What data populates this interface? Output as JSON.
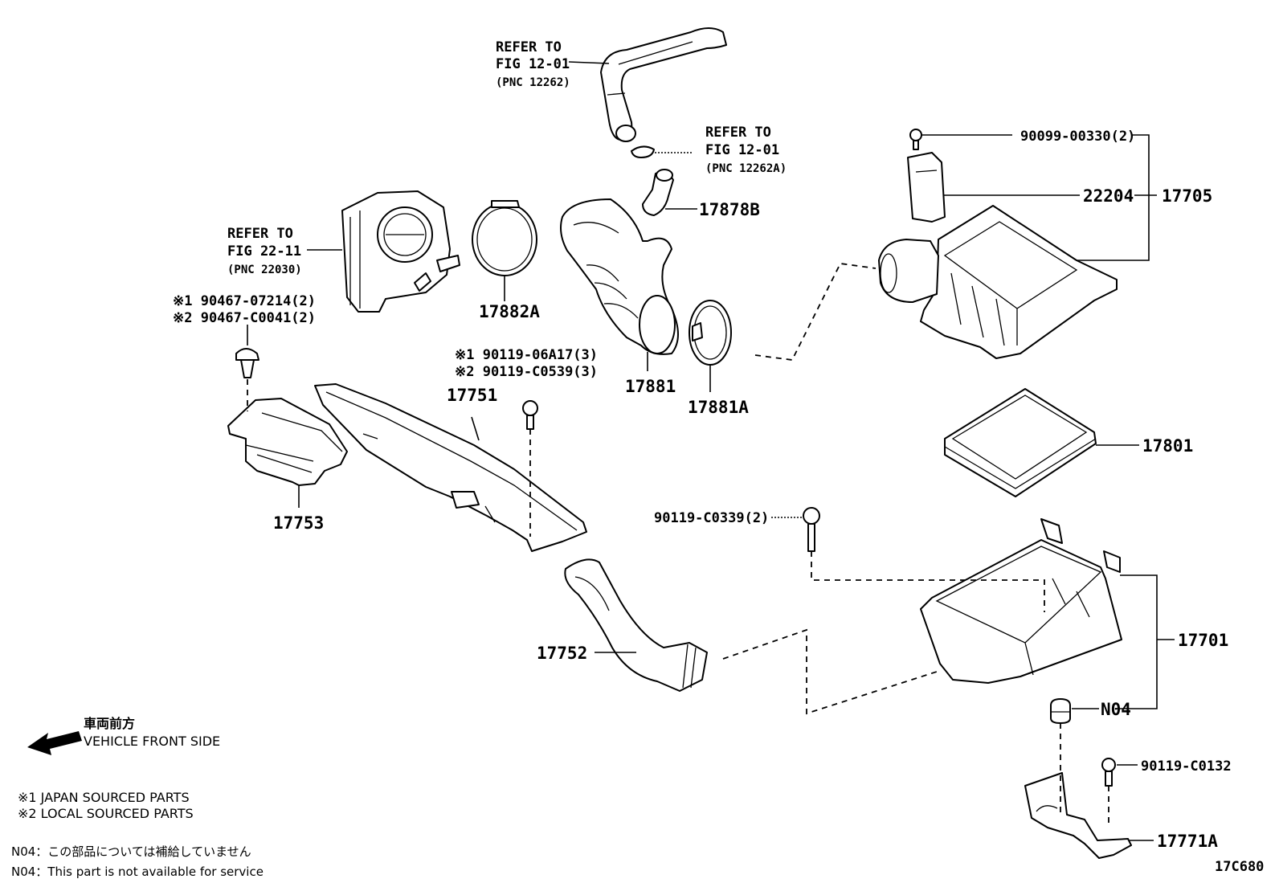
{
  "refs": {
    "r1": {
      "l1": "REFER TO",
      "l2": "FIG 12-01",
      "l3": "(PNC 12262)"
    },
    "r2": {
      "l1": "REFER TO",
      "l2": "FIG 12-01",
      "l3": "(PNC 12262A)"
    },
    "r3": {
      "l1": "REFER TO",
      "l2": "FIG 22-11",
      "l3": "(PNC 22030)"
    }
  },
  "parts": {
    "p90099": "90099-00330(2)",
    "p22204": "22204",
    "p17705": "17705",
    "p17878B": "17878B",
    "p17882A": "17882A",
    "p17881": "17881",
    "p17881A": "17881A",
    "p90467_1": "※1 90467-07214(2)",
    "p90467_2": "※2 90467-C0041(2)",
    "p90119_1": "※1 90119-06A17(3)",
    "p90119_2": "※2 90119-C0539(3)",
    "p17751": "17751",
    "p17753": "17753",
    "p17801": "17801",
    "p90119_C0339": "90119-C0339(2)",
    "p17701": "17701",
    "p17752": "17752",
    "pN04": "N04",
    "p90119_C0132": "90119-C0132",
    "p17771A": "17771A"
  },
  "direction": {
    "jp": "車両前方",
    "en": "VEHICLE FRONT SIDE"
  },
  "legend": {
    "l1": "※1  JAPAN SOURCED PARTS",
    "l2": "※2  LOCAL SOURCED PARTS"
  },
  "notes": {
    "jp": "N04：この部品については補給していません",
    "en": "N04：This part is not available for service"
  },
  "figure_id": "17C680"
}
